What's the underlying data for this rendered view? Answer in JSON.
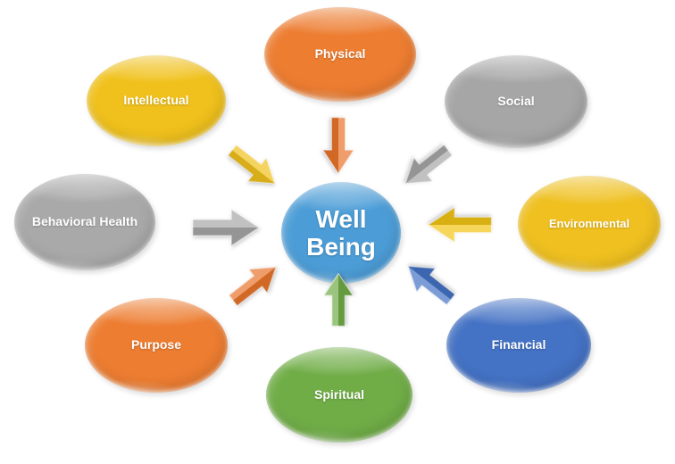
{
  "diagram": {
    "title": "Well Being",
    "center": {
      "line1": "Well",
      "line2": "Being",
      "color": "#4C9DD7",
      "text_color": "#FFFFFF"
    },
    "nodes": [
      {
        "label": "Physical",
        "color": "#ED7D31"
      },
      {
        "label": "Intellectual",
        "color": "#F0C11C"
      },
      {
        "label": "Social",
        "color": "#A6A6A6"
      },
      {
        "label": "Behavioral Health",
        "color": "#A9A9A9"
      },
      {
        "label": "Environmental",
        "color": "#EFC020"
      },
      {
        "label": "Purpose",
        "color": "#ED7D31"
      },
      {
        "label": "Spiritual",
        "color": "#70AD47"
      },
      {
        "label": "Financial",
        "color": "#4472C4"
      }
    ],
    "arrows": [
      {
        "from": "Physical",
        "direction": "down",
        "color": "#E9742B"
      },
      {
        "from": "Intellectual",
        "direction": "down-right",
        "color": "#F0C11C"
      },
      {
        "from": "Social",
        "direction": "down-left",
        "color": "#A6A6A6"
      },
      {
        "from": "Behavioral Health",
        "direction": "right",
        "color": "#A6A6A6"
      },
      {
        "from": "Environmental",
        "direction": "left",
        "color": "#F2C415"
      },
      {
        "from": "Purpose",
        "direction": "up-right",
        "color": "#E9742B"
      },
      {
        "from": "Spiritual",
        "direction": "up",
        "color": "#70AD47"
      },
      {
        "from": "Financial",
        "direction": "up-left",
        "color": "#4472C4"
      }
    ]
  }
}
